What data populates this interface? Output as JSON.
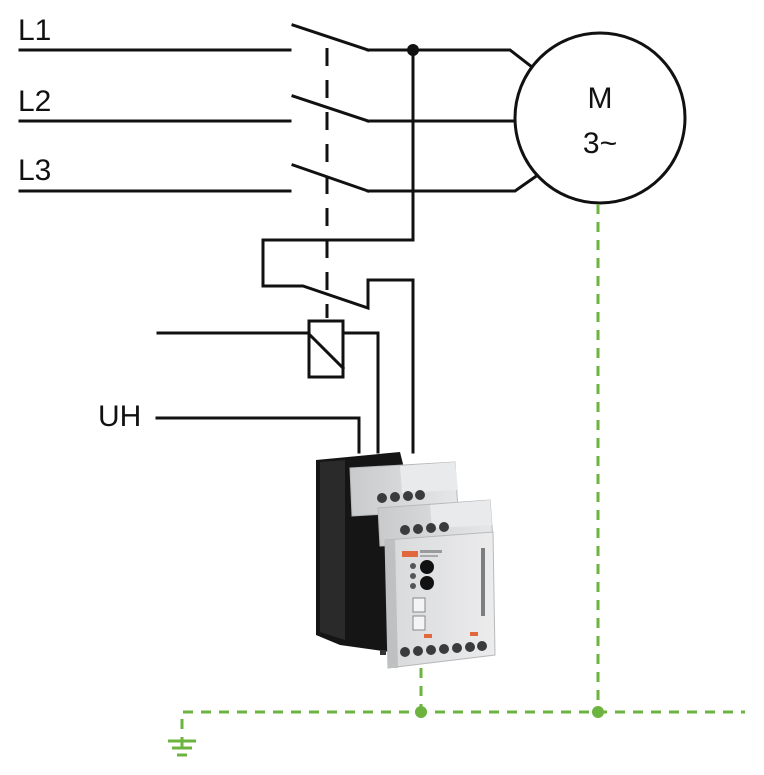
{
  "diagram": {
    "title": "Motor insulation monitoring wiring",
    "phases": [
      {
        "label": "L1"
      },
      {
        "label": "L2"
      },
      {
        "label": "L3"
      }
    ],
    "motor": {
      "line1": "M",
      "line2": "3~"
    },
    "supply_label": "UH",
    "device": {
      "name": "insulation-monitoring-relay"
    },
    "colors": {
      "wire": "#111111",
      "protective_earth": "#6db33f",
      "device_housing": "#d9dadc",
      "device_base": "#151515"
    }
  }
}
